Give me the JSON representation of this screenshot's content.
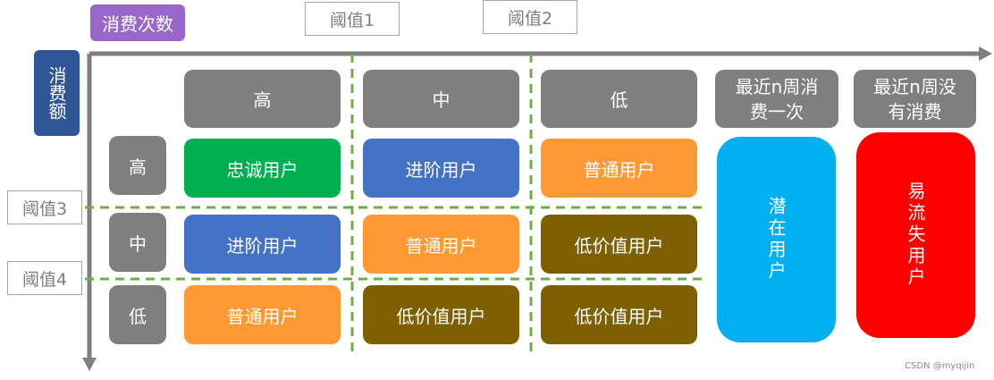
{
  "axes": {
    "x_axis_label": "消费次数",
    "y_axis_label": "消费额"
  },
  "thresholds": {
    "t1": "阈值1",
    "t2": "阈值2",
    "t3": "阈值3",
    "t4": "阈值4"
  },
  "col_headers": [
    "高",
    "中",
    "低"
  ],
  "row_headers": [
    "高",
    "中",
    "低"
  ],
  "grid": [
    [
      "忠诚用户",
      "进阶用户",
      "普通用户"
    ],
    [
      "进阶用户",
      "普通用户",
      "低价值用户"
    ],
    [
      "普通用户",
      "低价值用户",
      "低价值用户"
    ]
  ],
  "extra": {
    "recent_header": "最近n周消费一次",
    "potential": "潜在用户",
    "none_header": "最近n周没有消费",
    "churn": "易流失用户"
  },
  "colors": {
    "green": "#00b050",
    "blue": "#4472c4",
    "orange": "#ff9933",
    "brown": "#7f6000",
    "cyan": "#00b0f0",
    "red": "#ff0000",
    "grey": "#7f7f7f",
    "navy": "#2f5597",
    "purple": "#9966cc"
  },
  "watermark": "CSDN @myqijin"
}
